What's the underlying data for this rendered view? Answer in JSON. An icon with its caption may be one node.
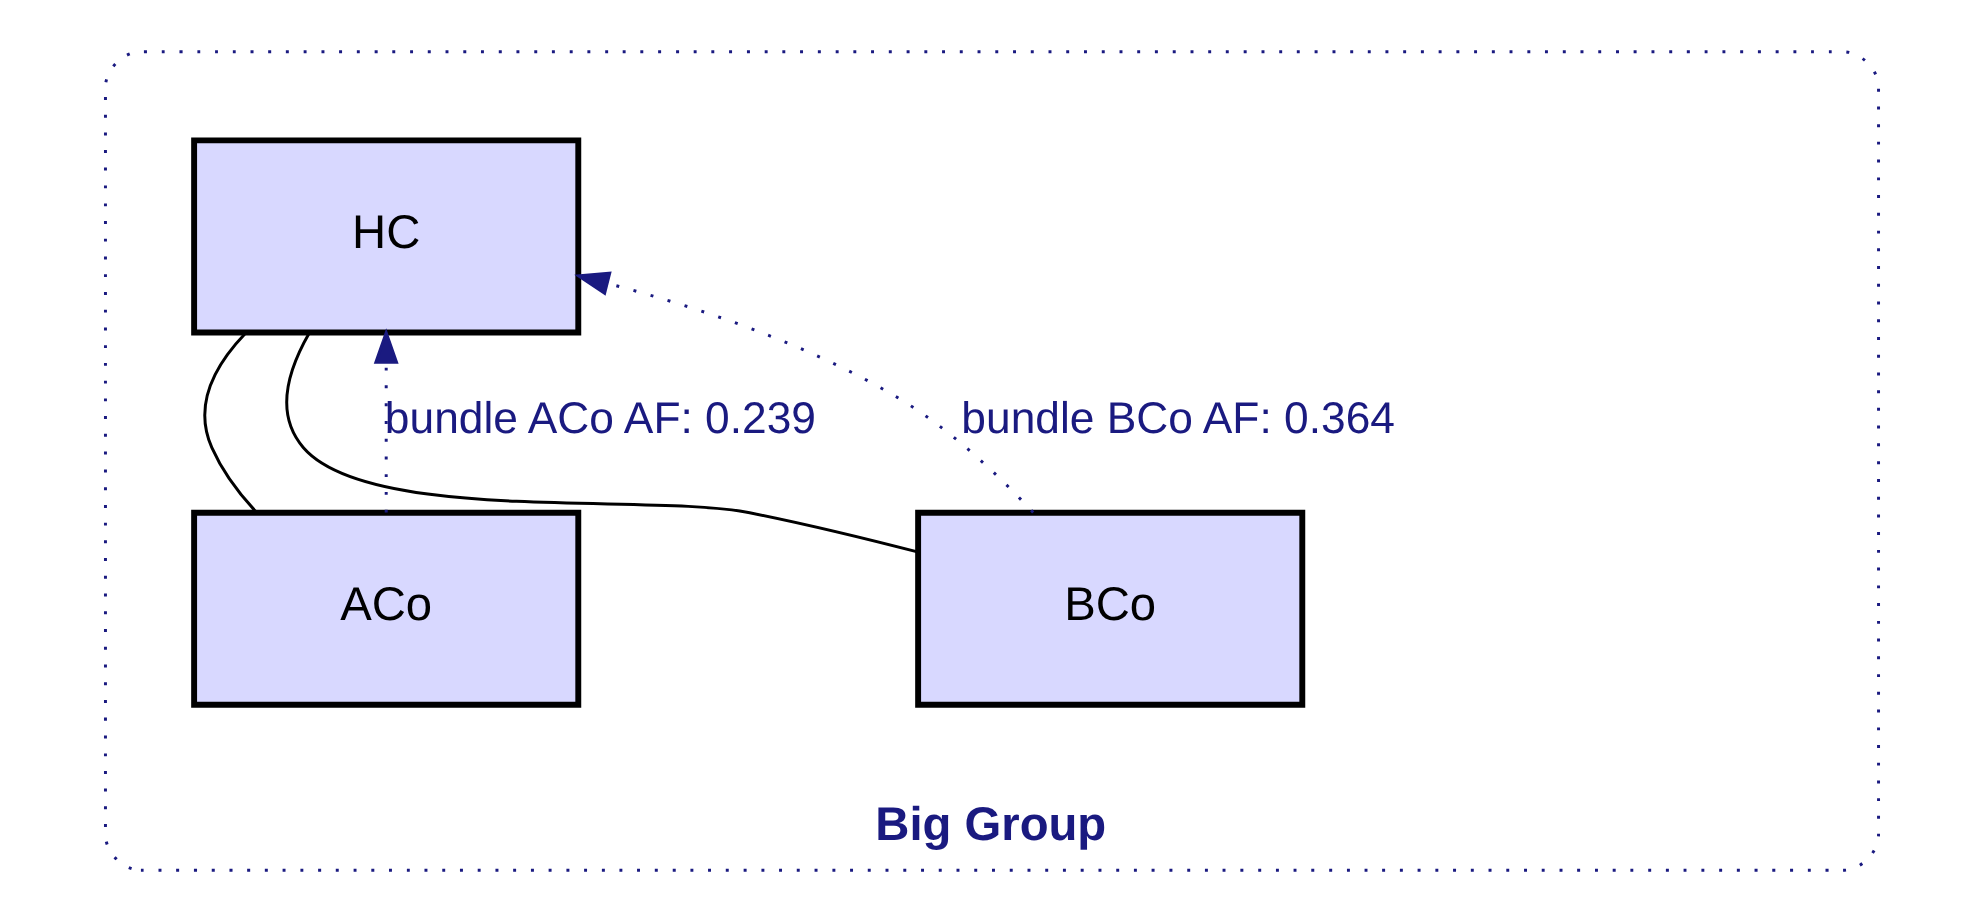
{
  "diagram": {
    "nodes": [
      {
        "text": [
          "Big Group"
        ]
      },
      {
        "text": [
          "HC"
        ],
        "in": 0
      },
      {
        "text": [
          "ACo"
        ],
        "in": 0
      },
      {
        "text": [
          "BCo"
        ],
        "in": 0
      }
    ],
    "edges": [
      {
        "from": 1,
        "to": 2,
        "arrow": "none"
      },
      {
        "from": 1,
        "to": 3,
        "arrow": "none"
      },
      {
        "from": 2,
        "to": 1,
        "arrow": "to",
        "label": "bundle ACo AF: 0.239",
        "style": "dashed",
        "color": "#1a1a80"
      },
      {
        "from": 3,
        "to": 1,
        "arrow": "to",
        "label": "bundle BCo AF: 0.364",
        "style": "dashed",
        "color": "#1a1a80"
      }
    ]
  }
}
